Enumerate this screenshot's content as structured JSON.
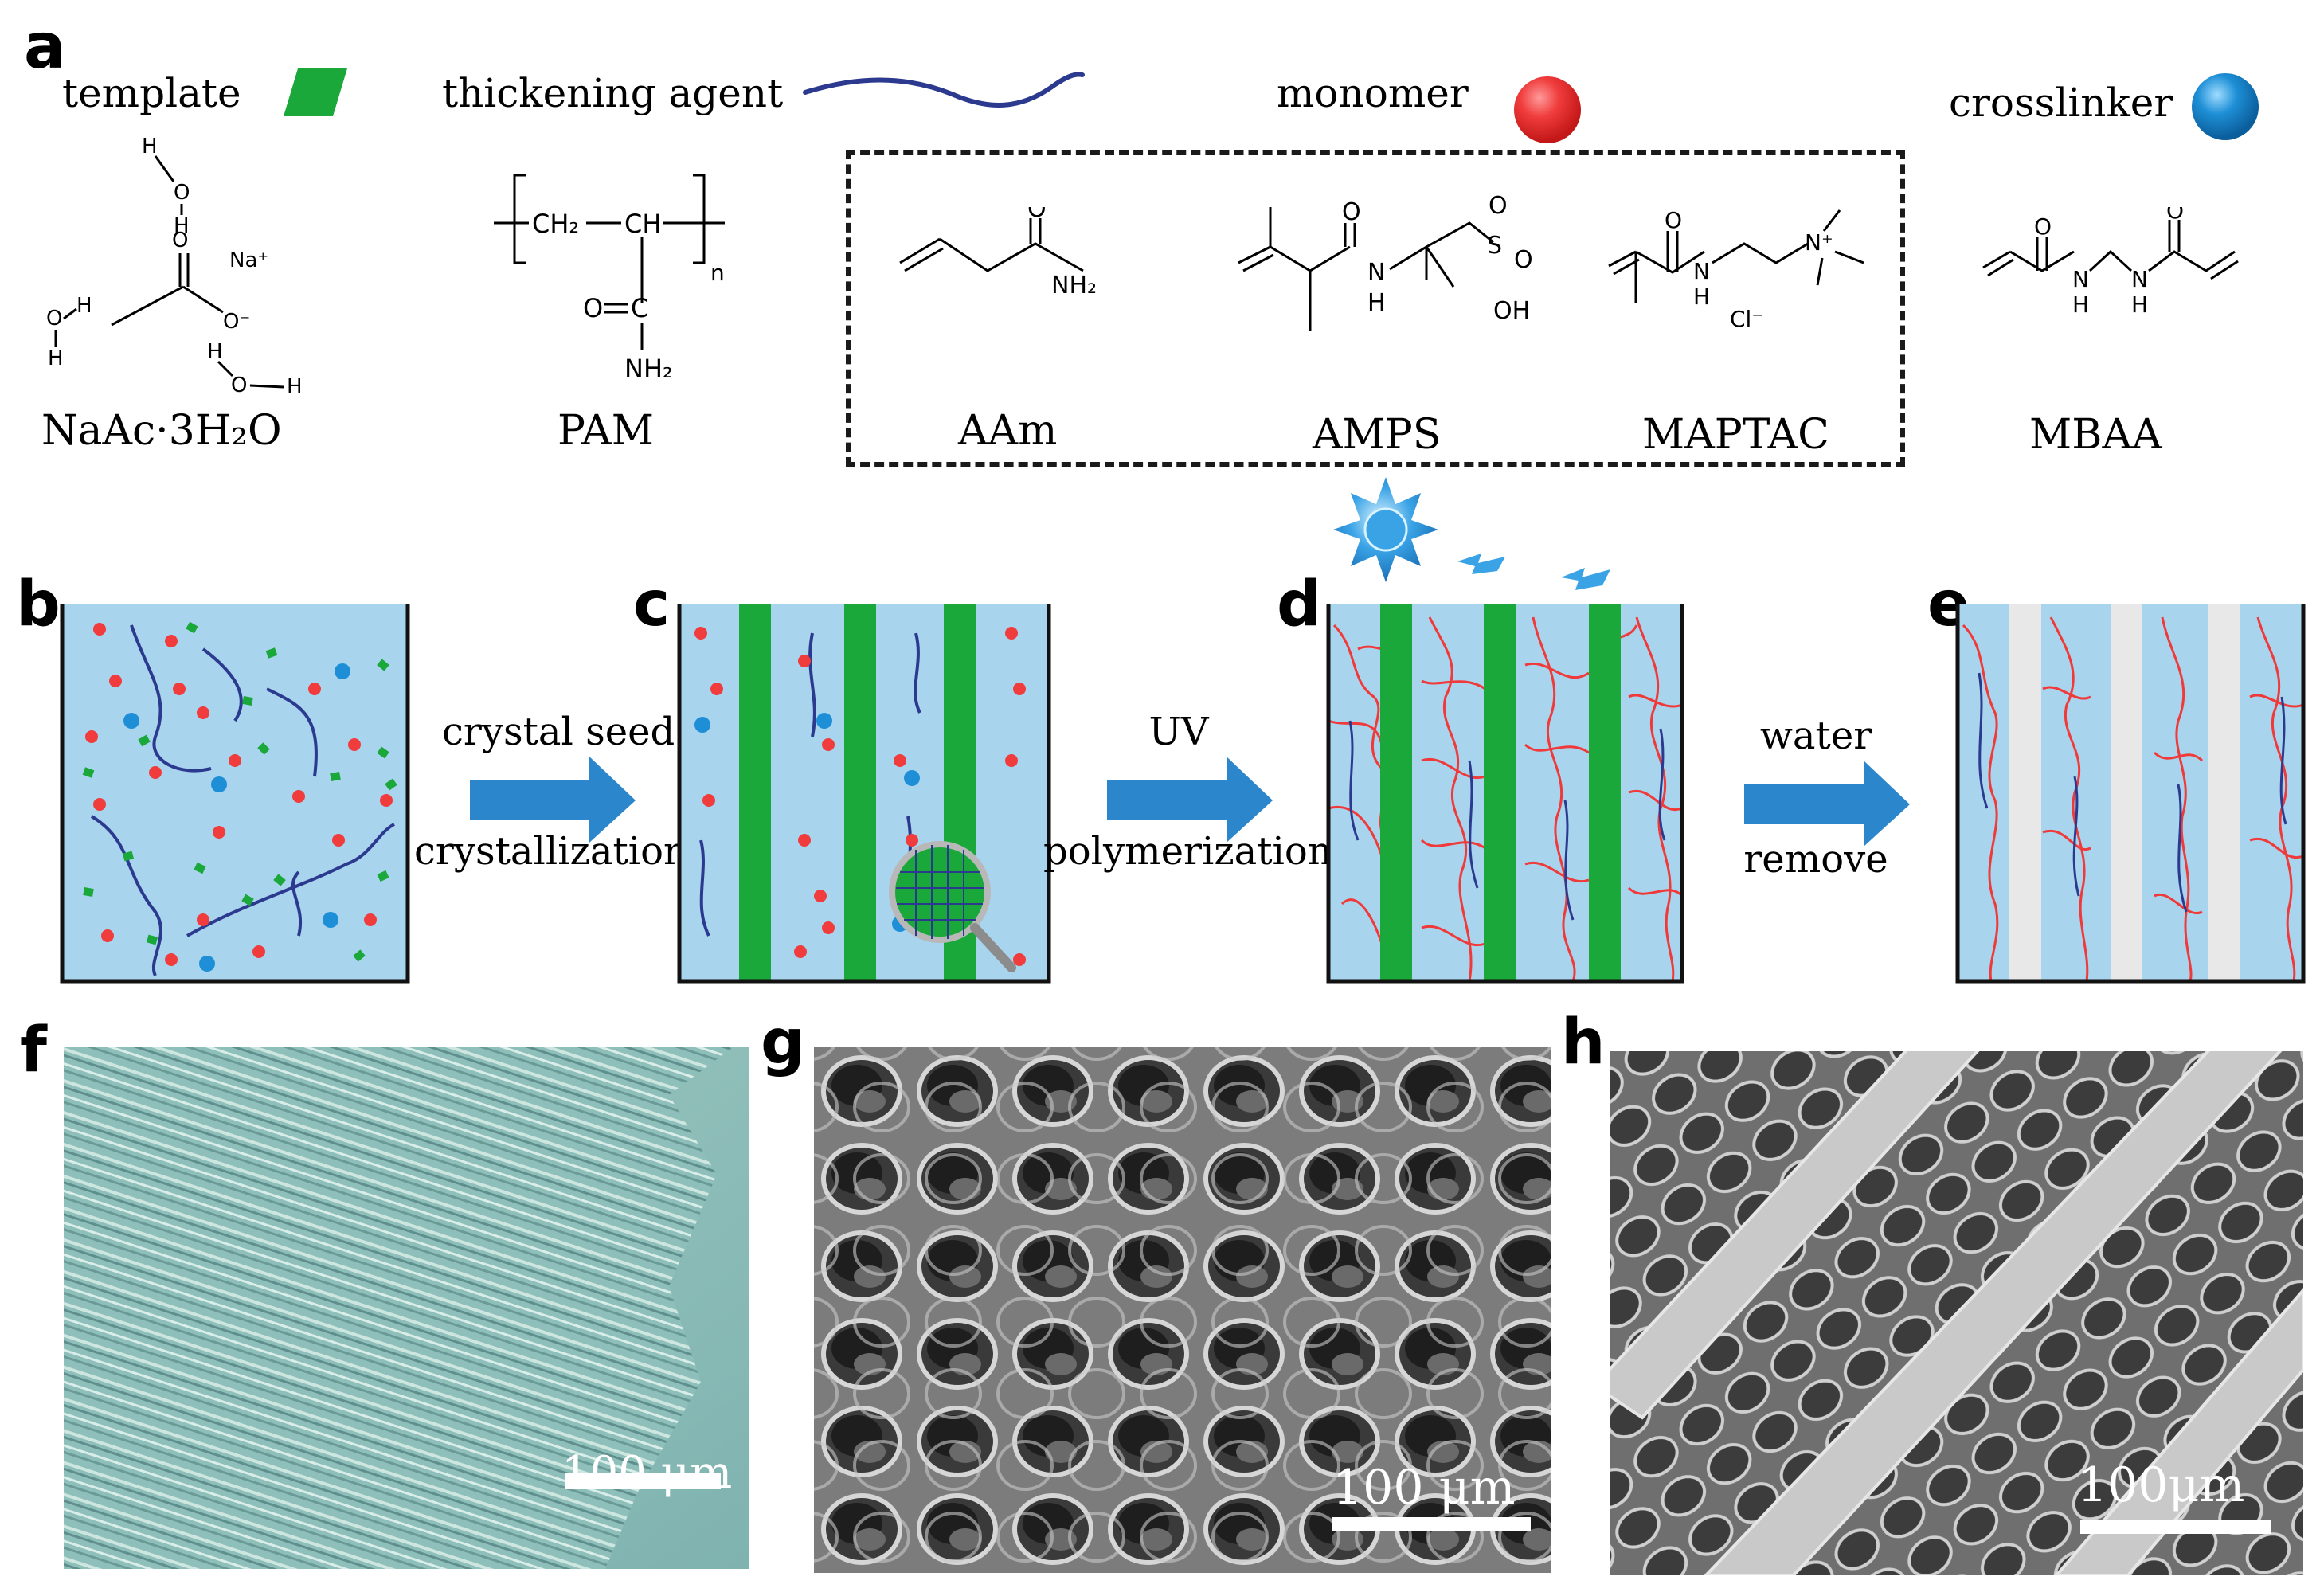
{
  "panel_a": {
    "letter": "a",
    "legend": {
      "template_label": "template",
      "thickening_label": "thickening agent",
      "monomer_label": "monomer",
      "crosslinker_label": "crosslinker"
    },
    "chemicals": {
      "naac": "NaAc·3H₂O",
      "pam": "PAM",
      "aam": "AAm",
      "amps": "AMPS",
      "maptac": "MAPTAC",
      "mbaa": "MBAA"
    },
    "structure_labels": {
      "na_plus": "Na⁺",
      "o_minus": "O⁻",
      "h": "H",
      "o": "O",
      "ch2": "CH₂",
      "ch": "CH",
      "n_sub": "n",
      "nh2": "NH₂",
      "oh": "OH",
      "s": "S",
      "n": "N",
      "n_plus": "N⁺",
      "cl_minus": "Cl⁻"
    }
  },
  "panel_b": {
    "letter": "b"
  },
  "panel_c": {
    "letter": "c"
  },
  "panel_d": {
    "letter": "d"
  },
  "panel_e": {
    "letter": "e"
  },
  "arrows": {
    "step1_top": "crystal seed",
    "step1_bottom": "crystallization",
    "step2_top": "UV",
    "step2_bottom": "polymerization",
    "step3_top": "water",
    "step3_bottom": "remove"
  },
  "panel_f": {
    "letter": "f",
    "scale_label": "100 μm"
  },
  "panel_g": {
    "letter": "g",
    "scale_label": "100 μm"
  },
  "panel_h": {
    "letter": "h",
    "scale_label": "100μm"
  },
  "colors": {
    "template_green": "#1aa83a",
    "thickener_blue": "#2b3a8f",
    "monomer_red": "#f03c3c",
    "crosslinker_blue": "#1e8fd6",
    "solution_blue": "#a9d4ee",
    "arrow_blue": "#2b86cc",
    "network_red": "#f03a3a",
    "removed_gray": "#e8e8e8"
  }
}
